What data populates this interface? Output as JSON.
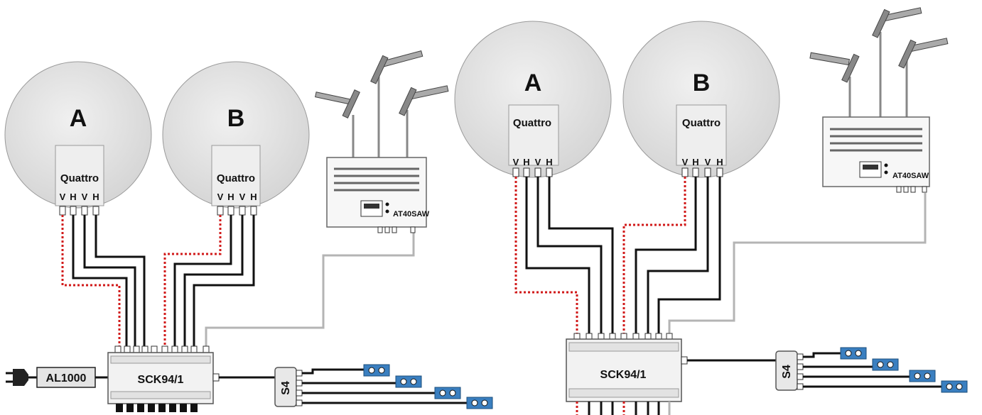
{
  "left": {
    "dish_a": "A",
    "dish_b": "B",
    "lnb_a": "Quattro",
    "lnb_b": "Quattro",
    "ports": [
      "V",
      "H",
      "V",
      "H"
    ],
    "amplifier": "AT40SAW",
    "multiswitch": "SCK94/1",
    "power_supply": "AL1000",
    "splitter": "S4"
  },
  "right": {
    "dish_a": "A",
    "dish_b": "B",
    "lnb_a": "Quattro",
    "lnb_b": "Quattro",
    "ports": [
      "V",
      "H",
      "V",
      "H"
    ],
    "amplifier": "AT40SAW",
    "multiswitch": "SCK94/1",
    "splitter": "S4"
  },
  "colors": {
    "dish": "#dcdcdc",
    "cable": "#111111",
    "dashed_cable": "#d11a1a",
    "terrestrial_cable": "#b4b4b4",
    "outlet": "#3a7fc0"
  }
}
